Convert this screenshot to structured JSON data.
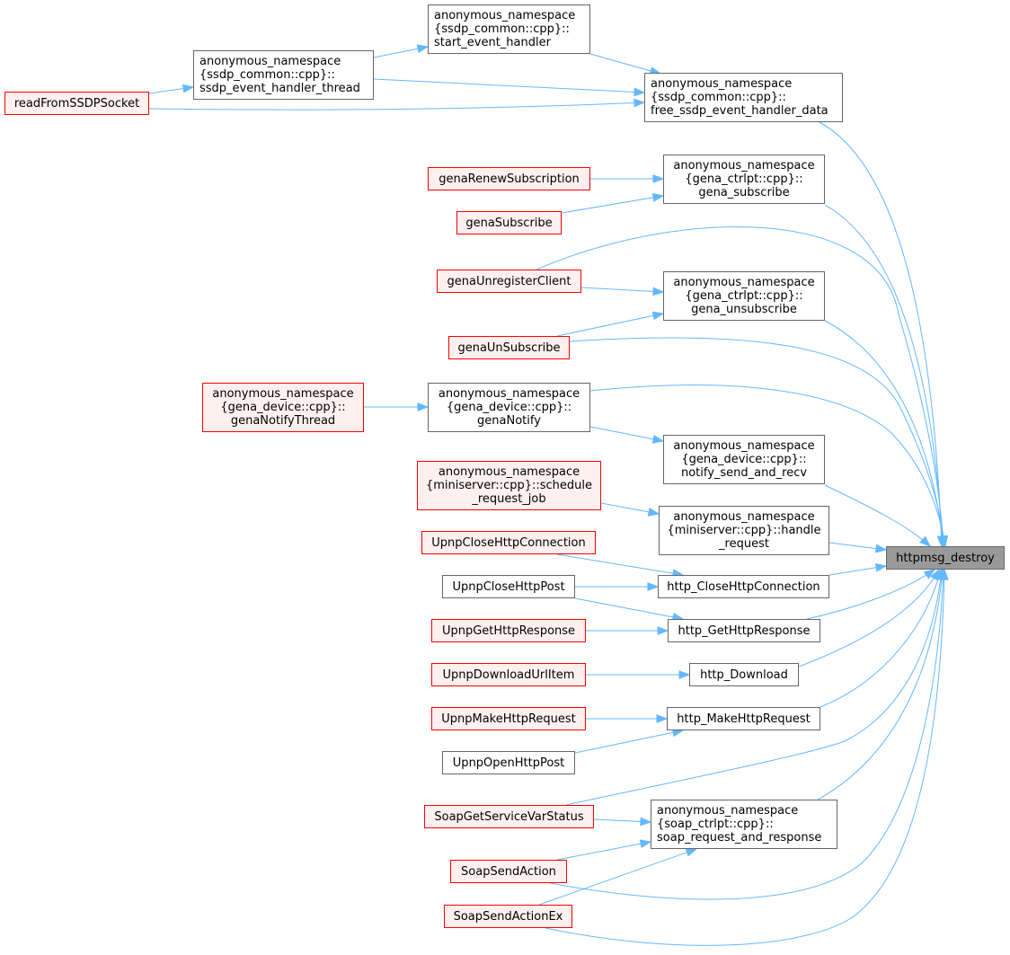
{
  "graph": {
    "target": "httpmsg_destroy",
    "edge_color": "#63b8ff",
    "nodes": {
      "start_event_handler": [
        "anonymous_namespace",
        "{ssdp_common::cpp}::",
        "start_event_handler"
      ],
      "ssdp_event_handler_thread": [
        "anonymous_namespace",
        "{ssdp_common::cpp}::",
        "ssdp_event_handler_thread"
      ],
      "readFromSSDPSocket": [
        "readFromSSDPSocket"
      ],
      "free_ssdp_event_handler_data": [
        "anonymous_namespace",
        "{ssdp_common::cpp}::",
        "free_ssdp_event_handler_data"
      ],
      "genaRenewSubscription": [
        "genaRenewSubscription"
      ],
      "gena_subscribe": [
        "anonymous_namespace",
        "{gena_ctrlpt::cpp}::",
        "gena_subscribe"
      ],
      "genaSubscribe": [
        "genaSubscribe"
      ],
      "genaUnregisterClient": [
        "genaUnregisterClient"
      ],
      "gena_unsubscribe": [
        "anonymous_namespace",
        "{gena_ctrlpt::cpp}::",
        "gena_unsubscribe"
      ],
      "genaUnSubscribe": [
        "genaUnSubscribe"
      ],
      "genaNotifyThread": [
        "anonymous_namespace",
        "{gena_device::cpp}::",
        "genaNotifyThread"
      ],
      "genaNotify": [
        "anonymous_namespace",
        "{gena_device::cpp}::",
        "genaNotify"
      ],
      "notify_send_and_recv": [
        "anonymous_namespace",
        "{gena_device::cpp}::",
        "notify_send_and_recv"
      ],
      "schedule_request_job": [
        "anonymous_namespace",
        "{miniserver::cpp}::schedule",
        "_request_job"
      ],
      "handle_request": [
        "anonymous_namespace",
        "{miniserver::cpp}::handle",
        "_request"
      ],
      "httpmsg_destroy": [
        "httpmsg_destroy"
      ],
      "UpnpCloseHttpConnection": [
        "UpnpCloseHttpConnection"
      ],
      "http_CloseHttpConnection": [
        "http_CloseHttpConnection"
      ],
      "UpnpCloseHttpPost": [
        "UpnpCloseHttpPost"
      ],
      "UpnpGetHttpResponse": [
        "UpnpGetHttpResponse"
      ],
      "http_GetHttpResponse": [
        "http_GetHttpResponse"
      ],
      "UpnpDownloadUrlItem": [
        "UpnpDownloadUrlItem"
      ],
      "http_Download": [
        "http_Download"
      ],
      "UpnpMakeHttpRequest": [
        "UpnpMakeHttpRequest"
      ],
      "http_MakeHttpRequest": [
        "http_MakeHttpRequest"
      ],
      "UpnpOpenHttpPost": [
        "UpnpOpenHttpPost"
      ],
      "SoapGetServiceVarStatus": [
        "SoapGetServiceVarStatus"
      ],
      "soap_request_and_response": [
        "anonymous_namespace",
        "{soap_ctrlpt::cpp}::",
        "soap_request_and_response"
      ],
      "SoapSendAction": [
        "SoapSendAction"
      ],
      "SoapSendActionEx": [
        "SoapSendActionEx"
      ]
    },
    "edges": [
      [
        "ssdp_event_handler_thread",
        "start_event_handler"
      ],
      [
        "start_event_handler",
        "free_ssdp_event_handler_data"
      ],
      [
        "readFromSSDPSocket",
        "ssdp_event_handler_thread"
      ],
      [
        "ssdp_event_handler_thread",
        "free_ssdp_event_handler_data"
      ],
      [
        "readFromSSDPSocket",
        "free_ssdp_event_handler_data"
      ],
      [
        "free_ssdp_event_handler_data",
        "httpmsg_destroy"
      ],
      [
        "genaRenewSubscription",
        "gena_subscribe"
      ],
      [
        "genaSubscribe",
        "gena_subscribe"
      ],
      [
        "gena_subscribe",
        "httpmsg_destroy"
      ],
      [
        "genaUnregisterClient",
        "httpmsg_destroy"
      ],
      [
        "genaUnregisterClient",
        "gena_unsubscribe"
      ],
      [
        "genaUnSubscribe",
        "gena_unsubscribe"
      ],
      [
        "gena_unsubscribe",
        "httpmsg_destroy"
      ],
      [
        "genaUnSubscribe",
        "httpmsg_destroy"
      ],
      [
        "genaNotifyThread",
        "genaNotify"
      ],
      [
        "genaNotify",
        "httpmsg_destroy"
      ],
      [
        "genaNotify",
        "notify_send_and_recv"
      ],
      [
        "notify_send_and_recv",
        "httpmsg_destroy"
      ],
      [
        "schedule_request_job",
        "handle_request"
      ],
      [
        "handle_request",
        "httpmsg_destroy"
      ],
      [
        "UpnpCloseHttpConnection",
        "http_CloseHttpConnection"
      ],
      [
        "UpnpCloseHttpPost",
        "http_CloseHttpConnection"
      ],
      [
        "UpnpCloseHttpPost",
        "http_GetHttpResponse"
      ],
      [
        "http_CloseHttpConnection",
        "httpmsg_destroy"
      ],
      [
        "UpnpGetHttpResponse",
        "http_GetHttpResponse"
      ],
      [
        "http_GetHttpResponse",
        "httpmsg_destroy"
      ],
      [
        "UpnpDownloadUrlItem",
        "http_Download"
      ],
      [
        "http_Download",
        "httpmsg_destroy"
      ],
      [
        "UpnpMakeHttpRequest",
        "http_MakeHttpRequest"
      ],
      [
        "UpnpOpenHttpPost",
        "http_MakeHttpRequest"
      ],
      [
        "http_MakeHttpRequest",
        "httpmsg_destroy"
      ],
      [
        "SoapGetServiceVarStatus",
        "httpmsg_destroy"
      ],
      [
        "SoapGetServiceVarStatus",
        "soap_request_and_response"
      ],
      [
        "SoapSendAction",
        "soap_request_and_response"
      ],
      [
        "SoapSendActionEx",
        "soap_request_and_response"
      ],
      [
        "soap_request_and_response",
        "httpmsg_destroy"
      ],
      [
        "SoapSendAction",
        "httpmsg_destroy"
      ],
      [
        "SoapSendActionEx",
        "httpmsg_destroy"
      ]
    ]
  }
}
